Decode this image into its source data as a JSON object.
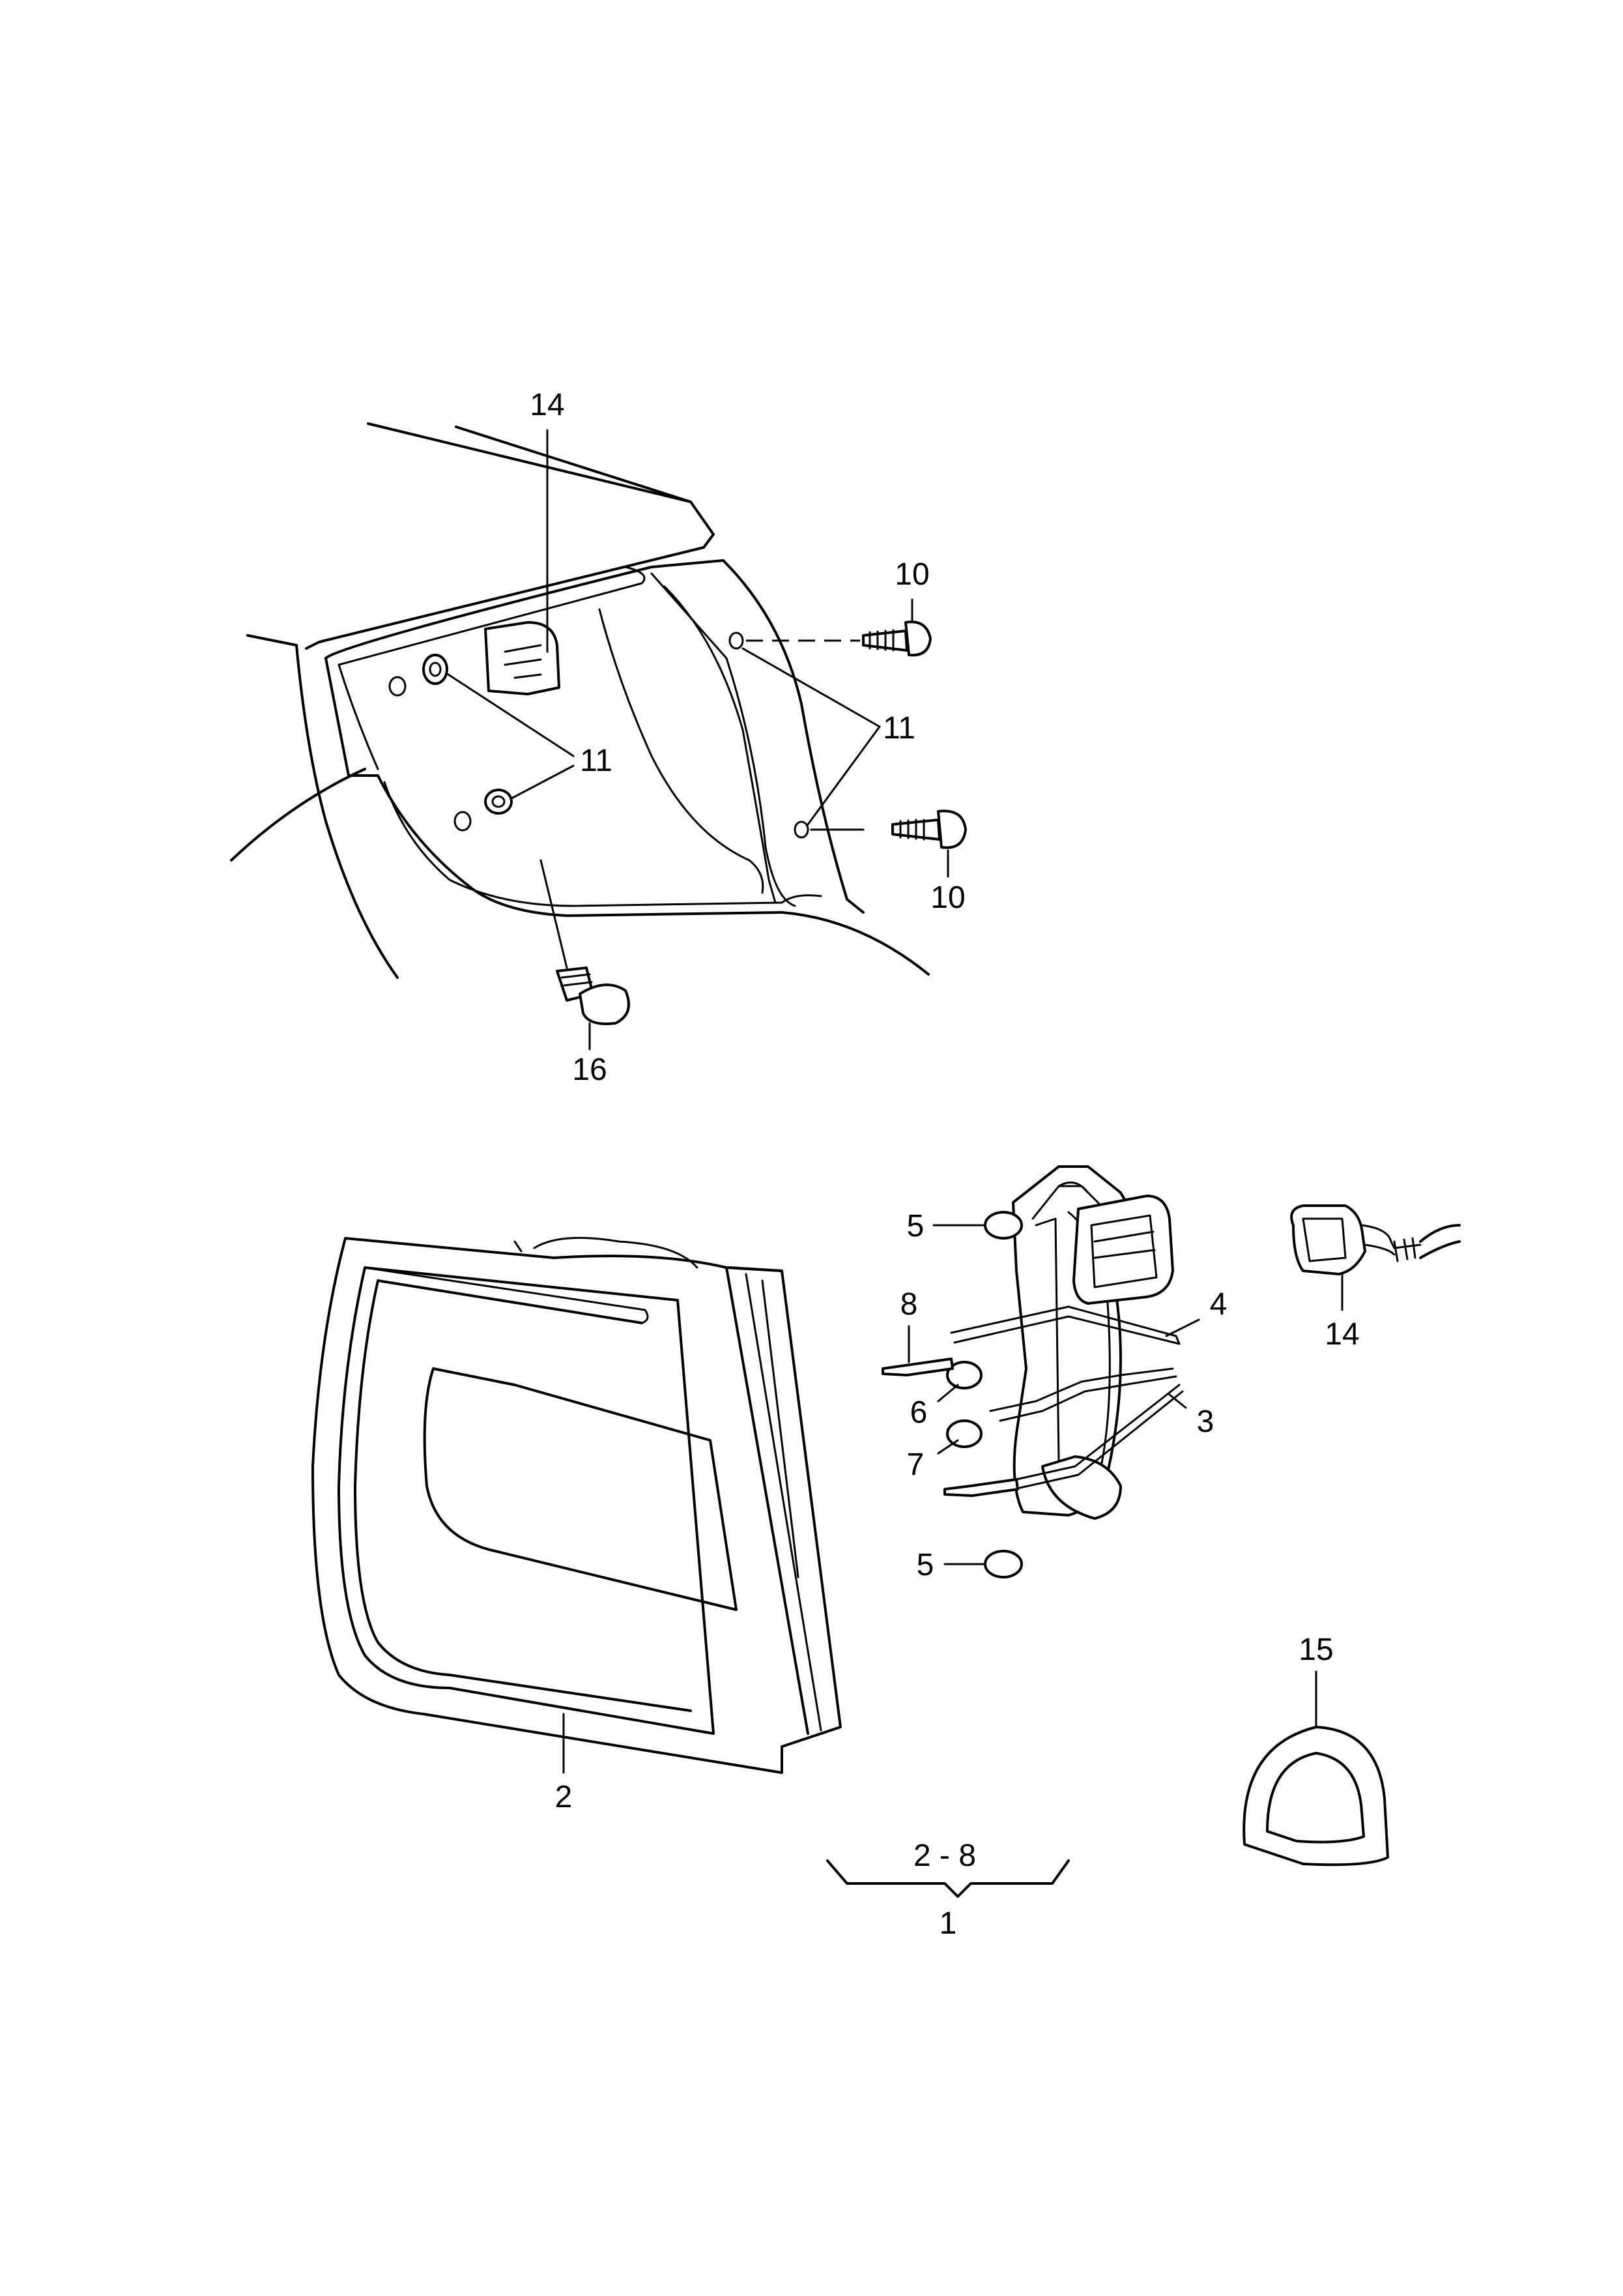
{
  "callouts": {
    "c14_top": "14",
    "c10_top": "10",
    "c11_right": "11",
    "c11_left": "11",
    "c10_bottom": "10",
    "c16": "16",
    "c5_top": "5",
    "c8": "8",
    "c4": "4",
    "c6": "6",
    "c7": "7",
    "c3": "3",
    "c5_bottom": "5",
    "c14_right": "14",
    "c2": "2",
    "c15": "15",
    "c2_8": "2 - 8",
    "c1": "1"
  }
}
